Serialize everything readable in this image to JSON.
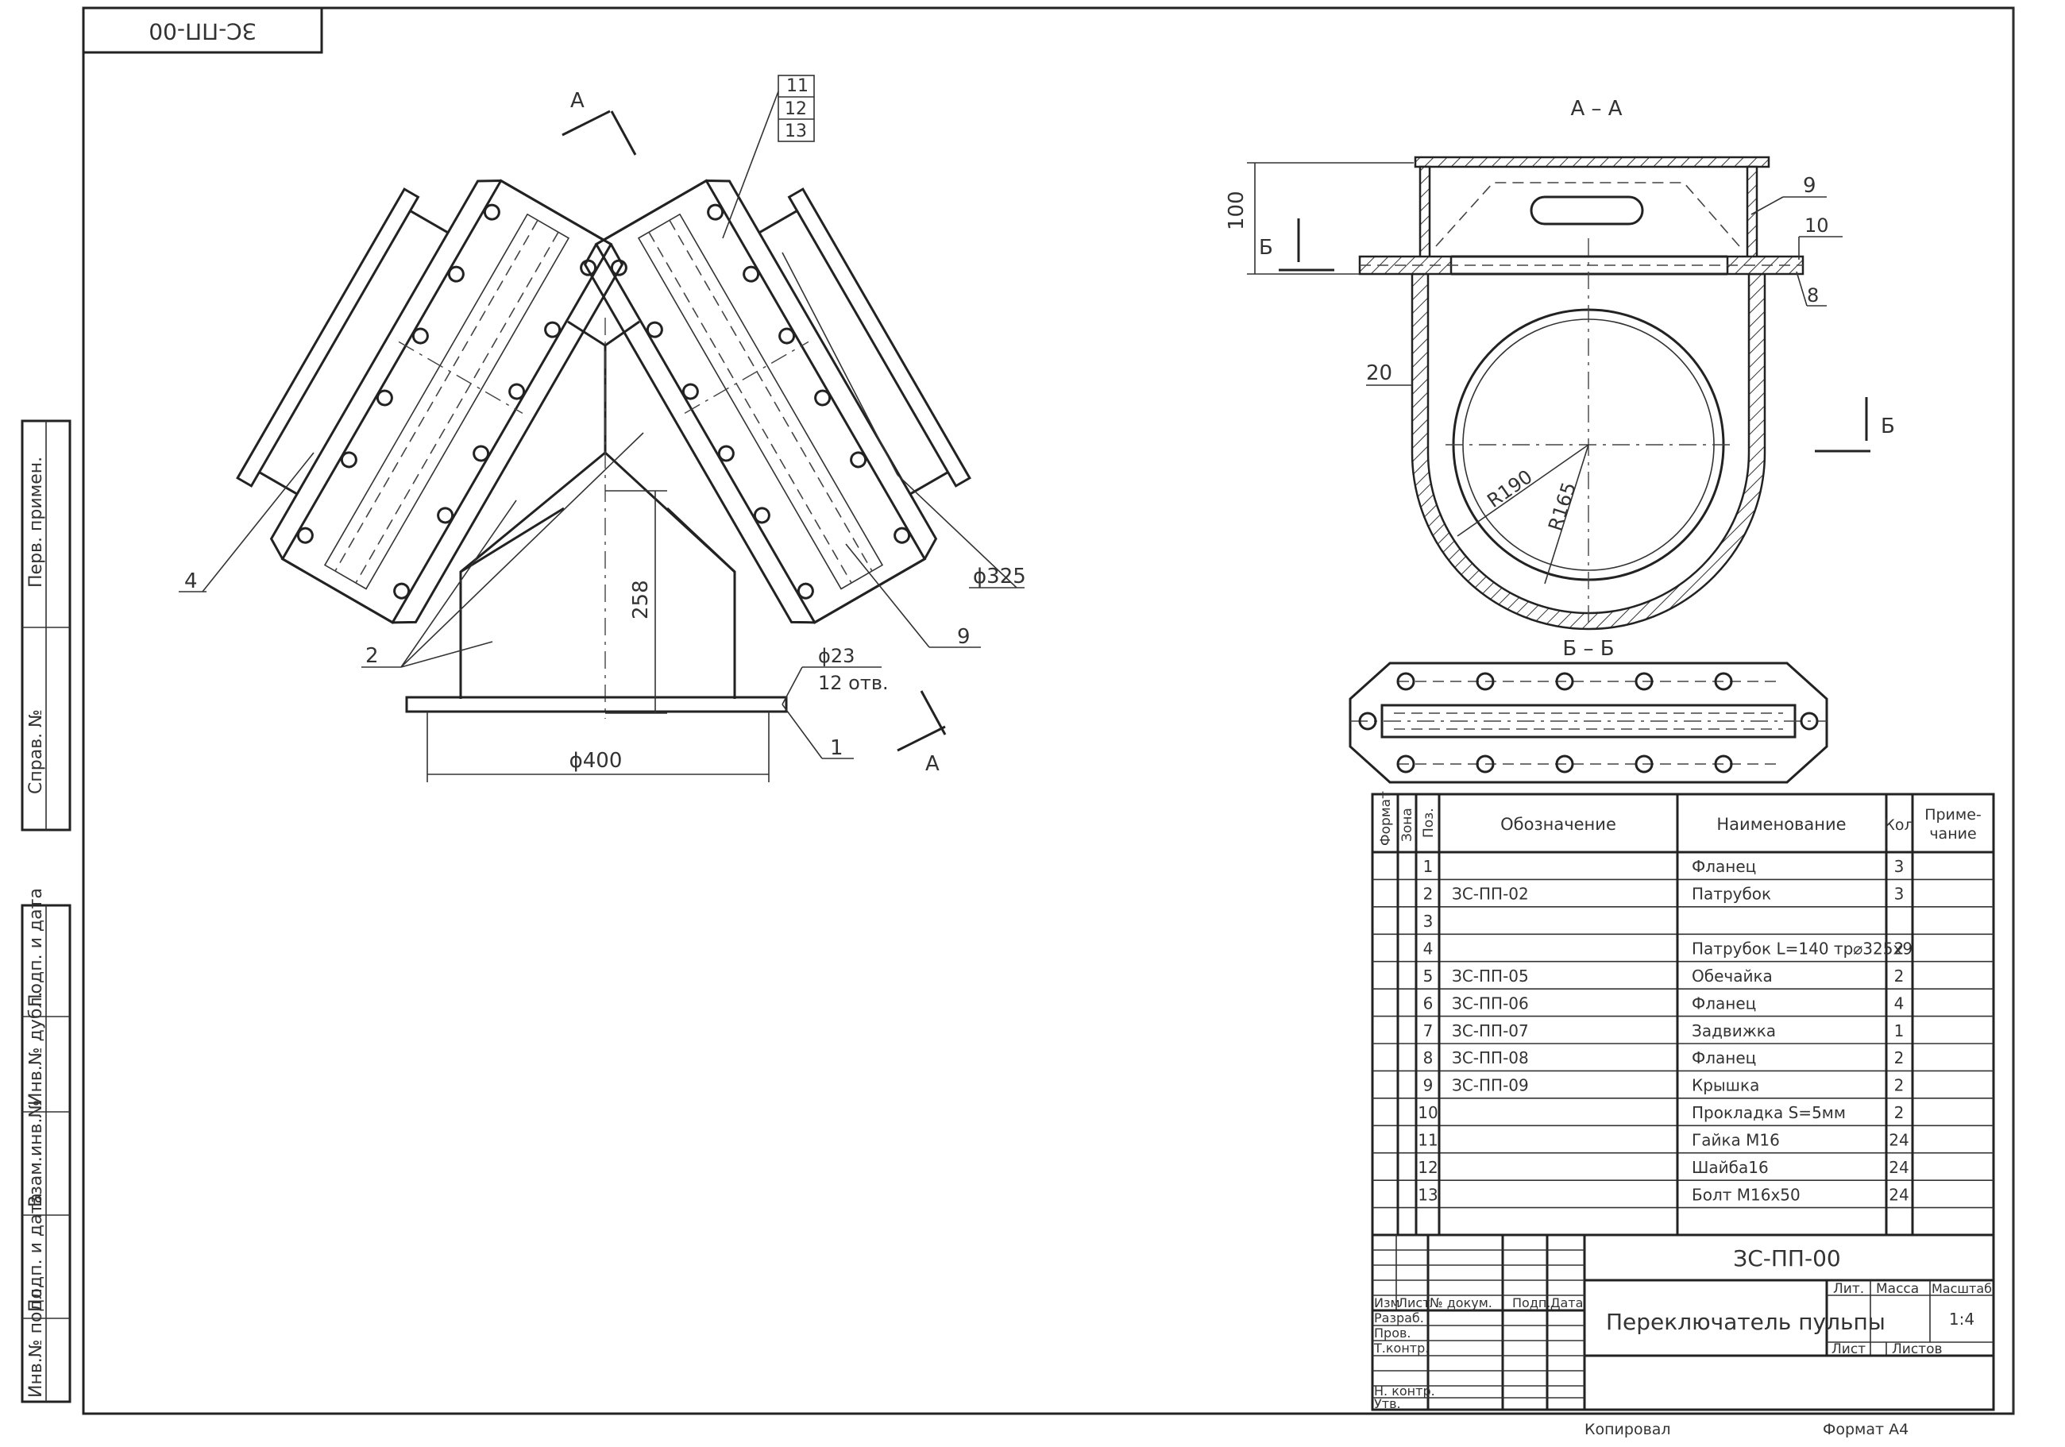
{
  "drawing": {
    "rotated_code": "ЗС-ПП-00",
    "section_aa": "А – А",
    "section_bb": "Б – Б",
    "cut_a": "А",
    "cut_b": "Б"
  },
  "side_strip": {
    "perv_primen": "Перв. примен.",
    "sprav_no": "Справ. №",
    "podp_data_1": "Подп. и дата",
    "inv_dubl": "Инв.№ дубл.",
    "vzam_inv": "Взам.инв.№",
    "podp_data_2": "Подп. и дата",
    "inv_podl": "Инв.№ подл."
  },
  "dimensions": {
    "d400": "ϕ400",
    "h258": "258",
    "d23": "ϕ23",
    "holes": "12 отв.",
    "d325": "ϕ325",
    "h100": "100",
    "w20": "20",
    "r190": "R190",
    "r165": "R165"
  },
  "callouts": {
    "c1": "1",
    "c2": "2",
    "c4": "4",
    "c9": "9",
    "c11": "11",
    "c12": "12",
    "c13": "13",
    "c9b": "9",
    "c10": "10",
    "c8": "8"
  },
  "spec": {
    "headers": {
      "format": "Формат",
      "zona": "Зона",
      "poz": "Поз.",
      "oboz": "Обозначение",
      "naim": "Наименование",
      "kol": "Кол",
      "prim": "Приме-\nчание"
    },
    "rows": [
      {
        "poz": "1",
        "oboz": "",
        "naim": "Фланец",
        "kol": "3"
      },
      {
        "poz": "2",
        "oboz": "ЗС-ПП-02",
        "naim": "Патрубок",
        "kol": "3"
      },
      {
        "poz": "3",
        "oboz": "",
        "naim": "",
        "kol": ""
      },
      {
        "poz": "4",
        "oboz": "",
        "naim": "Патрубок L=140 тр⌀325х9",
        "kol": "2"
      },
      {
        "poz": "5",
        "oboz": "ЗС-ПП-05",
        "naim": "Обечайка",
        "kol": "2"
      },
      {
        "poz": "6",
        "oboz": "ЗС-ПП-06",
        "naim": "Фланец",
        "kol": "4"
      },
      {
        "poz": "7",
        "oboz": "ЗС-ПП-07",
        "naim": "Задвижка",
        "kol": "1"
      },
      {
        "poz": "8",
        "oboz": "ЗС-ПП-08",
        "naim": "Фланец",
        "kol": "2"
      },
      {
        "poz": "9",
        "oboz": "ЗС-ПП-09",
        "naim": "Крышка",
        "kol": "2"
      },
      {
        "poz": "10",
        "oboz": "",
        "naim": "Прокладка S=5мм",
        "kol": "2"
      },
      {
        "poz": "11",
        "oboz": "",
        "naim": "Гайка М16",
        "kol": "24"
      },
      {
        "poz": "12",
        "oboz": "",
        "naim": "Шайба16",
        "kol": "24"
      },
      {
        "poz": "13",
        "oboz": "",
        "naim": "Болт М16х50",
        "kol": "24"
      }
    ]
  },
  "title_block": {
    "code": "ЗС-ПП-00",
    "name": "Переключатель пульпы",
    "izm": "Изм",
    "list": "Лист",
    "n_dokum": "№ докум.",
    "podp": "Подп.",
    "data": "Дата",
    "razrab": "Разраб.",
    "prov": "Пров.",
    "t_kontr": "Т.контр.",
    "n_kontr": "Н. контр.",
    "utv": "Утв.",
    "lit": "Лит.",
    "massa": "Масса",
    "masshtab": "Масштаб",
    "scale": "1:4",
    "list2": "Лист",
    "listov": "Листов"
  },
  "footer": {
    "kopiroval": "Копировал",
    "format": "Формат  А4"
  }
}
